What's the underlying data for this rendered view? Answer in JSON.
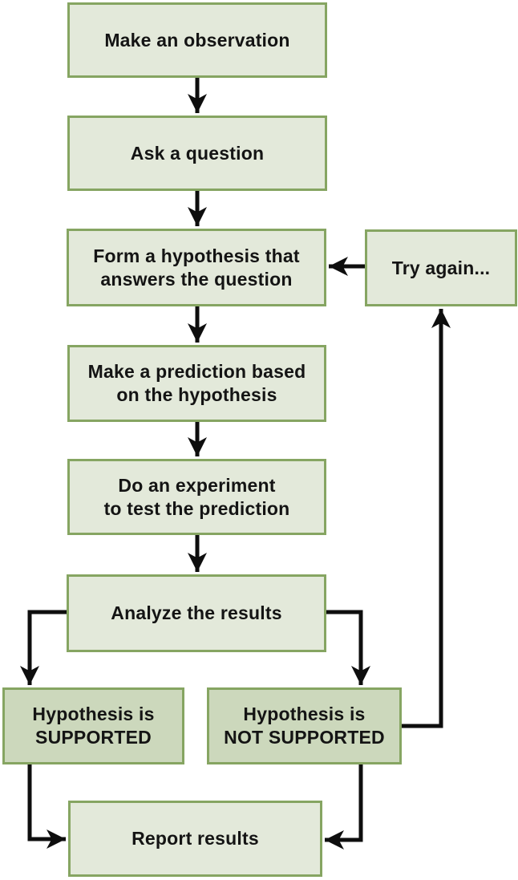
{
  "diagram": {
    "type": "flowchart",
    "nodes": {
      "observation": {
        "label": "Make an observation"
      },
      "question": {
        "label": "Ask a question"
      },
      "hypothesis": {
        "label": "Form a hypothesis that\nanswers the question"
      },
      "prediction": {
        "label": "Make a prediction based\non the hypothesis"
      },
      "experiment": {
        "label": "Do an experiment\nto test the prediction"
      },
      "analyze": {
        "label": "Analyze the results"
      },
      "supported": {
        "label": "Hypothesis is\nSUPPORTED"
      },
      "not_supported": {
        "label": "Hypothesis is\nNOT SUPPORTED"
      },
      "report": {
        "label": "Report results"
      },
      "try_again": {
        "label": "Try again..."
      }
    },
    "edges": [
      "observation -> question",
      "question -> hypothesis",
      "hypothesis -> prediction",
      "prediction -> experiment",
      "experiment -> analyze",
      "analyze -> supported",
      "analyze -> not_supported",
      "supported -> report",
      "not_supported -> report",
      "not_supported -> try_again",
      "try_again -> hypothesis"
    ],
    "colors": {
      "box_fill_light": "#e3e9da",
      "box_fill_dark": "#ccd8bc",
      "box_border": "#86a562",
      "arrow": "#0e0e0e",
      "text": "#141414",
      "background": "#ffffff"
    }
  }
}
